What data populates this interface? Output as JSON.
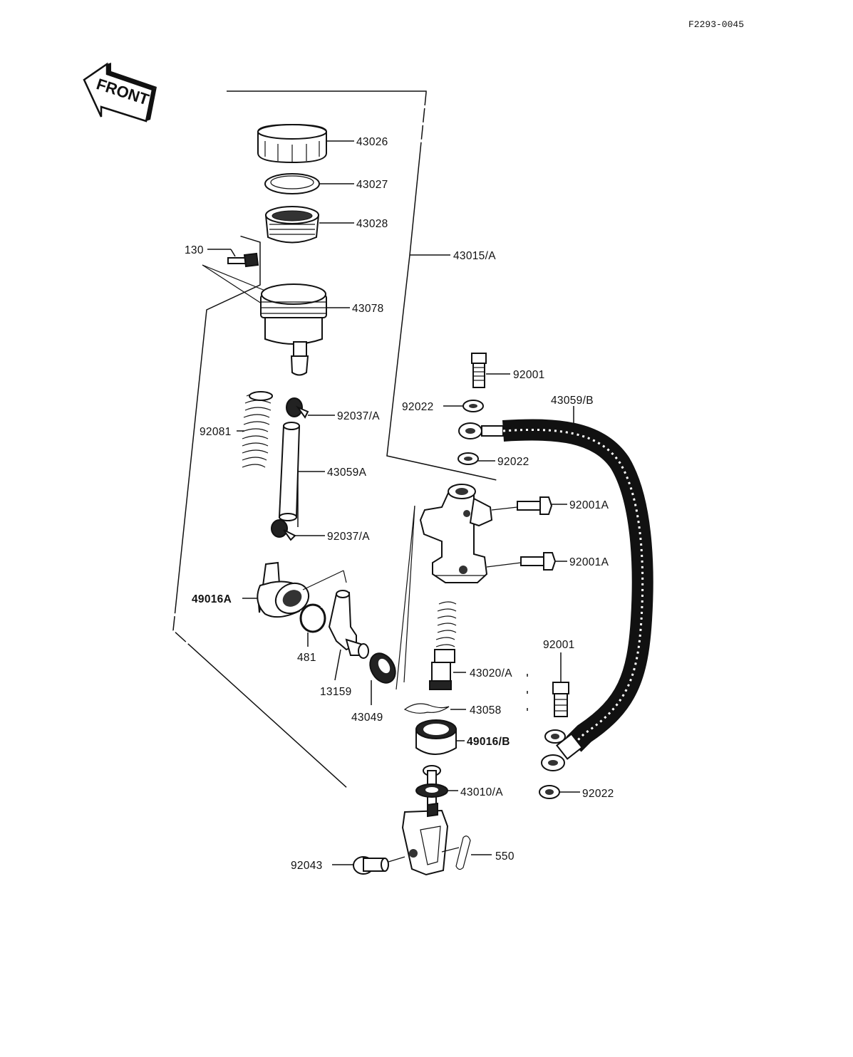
{
  "diagram_code": "F2293-0045",
  "front_label": "FRONT",
  "parts": {
    "p43026": "43026",
    "p43027": "43027",
    "p43028": "43028",
    "p130": "130",
    "p43015A": "43015/A",
    "p43078": "43078",
    "p92001_top": "92001",
    "p92022_a": "92022",
    "p43059B": "43059/B",
    "p92037A_top": "92037/A",
    "p92081": "92081",
    "p92022_b": "92022",
    "p43059A": "43059A",
    "p92001A_top": "92001A",
    "p92037A_bot": "92037/A",
    "p92001A_bot": "92001A",
    "p49016A": "49016A",
    "p92001_bot": "92001",
    "p481": "481",
    "p43020A": "43020/A",
    "p13159": "13159",
    "p43058": "43058",
    "p43049": "43049",
    "p49016B": "49016/B",
    "p43010A": "43010/A",
    "p92022_c": "92022",
    "p92043": "92043",
    "p550": "550"
  }
}
